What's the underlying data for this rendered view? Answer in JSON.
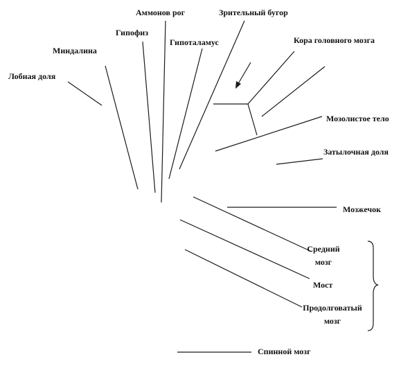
{
  "labels": {
    "ammonov_rog": "Аммонов рог",
    "zritelny_bugor": "Зрительный бугор",
    "gipofiz": "Гипофиз",
    "gipotalamus": "Гипоталамус",
    "mindalina": "Миндалина",
    "kora": "Кора головного мозга",
    "lobnaya_dolya": "Лобная доля",
    "mozolistoe_telo": "Мозолистое тело",
    "zatylochnaya_dolya": "Затылочная доля",
    "mozzhechok": "Мозжечок",
    "sredny_mozg_1": "Средний",
    "sredny_mozg_2": "мозг",
    "most": "Мост",
    "prodolgovaty_1": "Продолговатый",
    "prodolgovaty_2": "мозг",
    "spinnoy_mozg": "Спинной мозг"
  },
  "colors": {
    "line": "#1a1a1a",
    "text": "#111111",
    "background": "#ffffff"
  }
}
